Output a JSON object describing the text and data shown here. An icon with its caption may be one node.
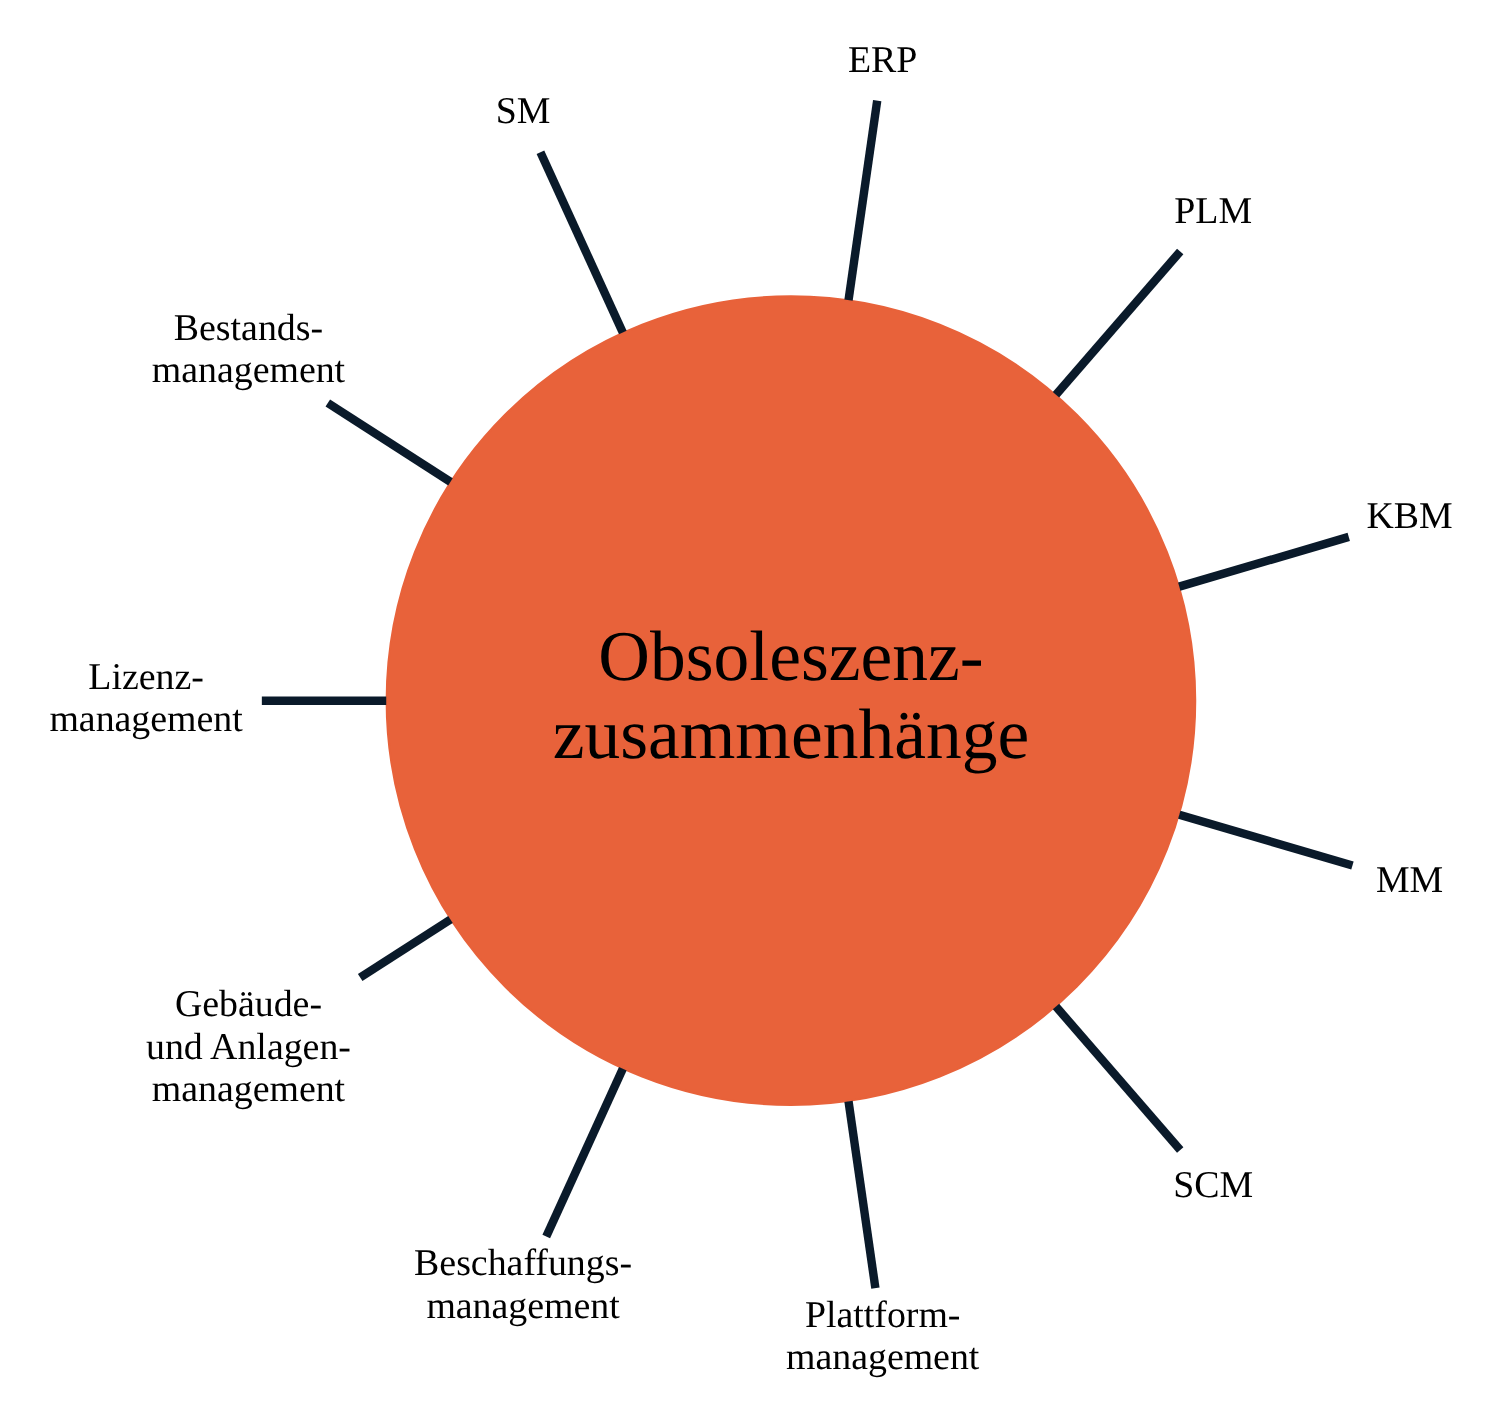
{
  "diagram": {
    "nodes": [
      {
        "text": [
          "Obsoleszenz- zusammenhänge"
        ]
      },
      {
        "text": [
          "KBM"
        ]
      },
      {
        "text": [
          "PLM"
        ]
      },
      {
        "text": [
          "ERP"
        ]
      },
      {
        "text": [
          "SM"
        ]
      },
      {
        "text": [
          "Bestands- management"
        ]
      },
      {
        "text": [
          "Lizenz- management"
        ]
      },
      {
        "text": [
          "Gebäude- und Anlagen- management"
        ]
      },
      {
        "text": [
          "Beschaffungs- management"
        ]
      },
      {
        "text": [
          "Plattform- management"
        ]
      },
      {
        "text": [
          "SCM"
        ]
      },
      {
        "text": [
          "MM"
        ]
      }
    ],
    "edges": [
      {
        "from": 0,
        "to": 1,
        "arrow": "none"
      },
      {
        "from": 0,
        "to": 2,
        "arrow": "none"
      },
      {
        "from": 0,
        "to": 3,
        "arrow": "none"
      },
      {
        "from": 0,
        "to": 4,
        "arrow": "none"
      },
      {
        "from": 0,
        "to": 5,
        "arrow": "none"
      },
      {
        "from": 0,
        "to": 6,
        "arrow": "none"
      },
      {
        "from": 0,
        "to": 7,
        "arrow": "none"
      },
      {
        "from": 0,
        "to": 8,
        "arrow": "none"
      },
      {
        "from": 0,
        "to": 9,
        "arrow": "none"
      },
      {
        "from": 0,
        "to": 10,
        "arrow": "none"
      },
      {
        "from": 0,
        "to": 11,
        "arrow": "none"
      }
    ]
  }
}
